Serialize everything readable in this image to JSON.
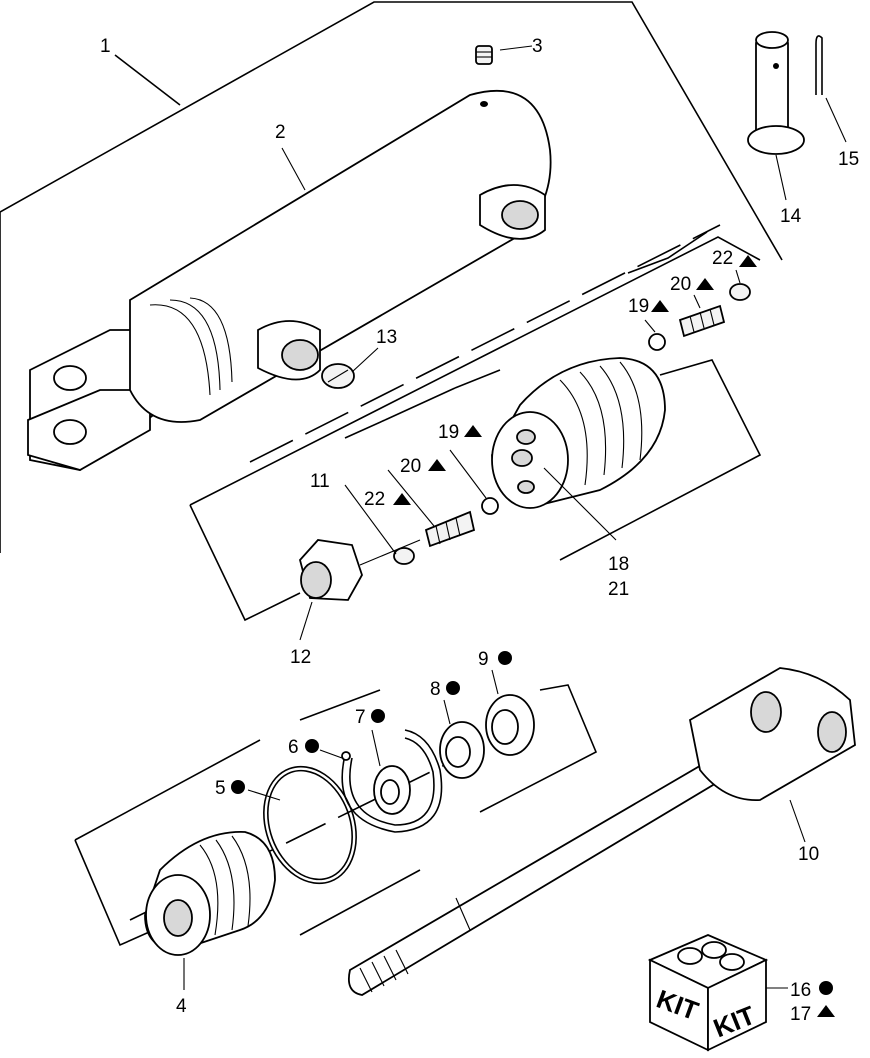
{
  "callouts": {
    "c1": "1",
    "c2": "2",
    "c3": "3",
    "c4": "4",
    "c5": "5",
    "c6": "6",
    "c7": "7",
    "c8": "8",
    "c9": "9",
    "c10": "10",
    "c11": "11",
    "c12": "12",
    "c13": "13",
    "c14": "14",
    "c15": "15",
    "c16": "16",
    "c17": "17",
    "c18": "18",
    "c19a": "19",
    "c19b": "19",
    "c20a": "20",
    "c20b": "20",
    "c21": "21",
    "c22a": "22",
    "c22b": "22"
  },
  "kit": {
    "label_left": "KIT",
    "label_right": "KIT"
  },
  "legend_symbols": {
    "circle": "seal-kit-marker",
    "triangle": "valve-kit-marker"
  }
}
